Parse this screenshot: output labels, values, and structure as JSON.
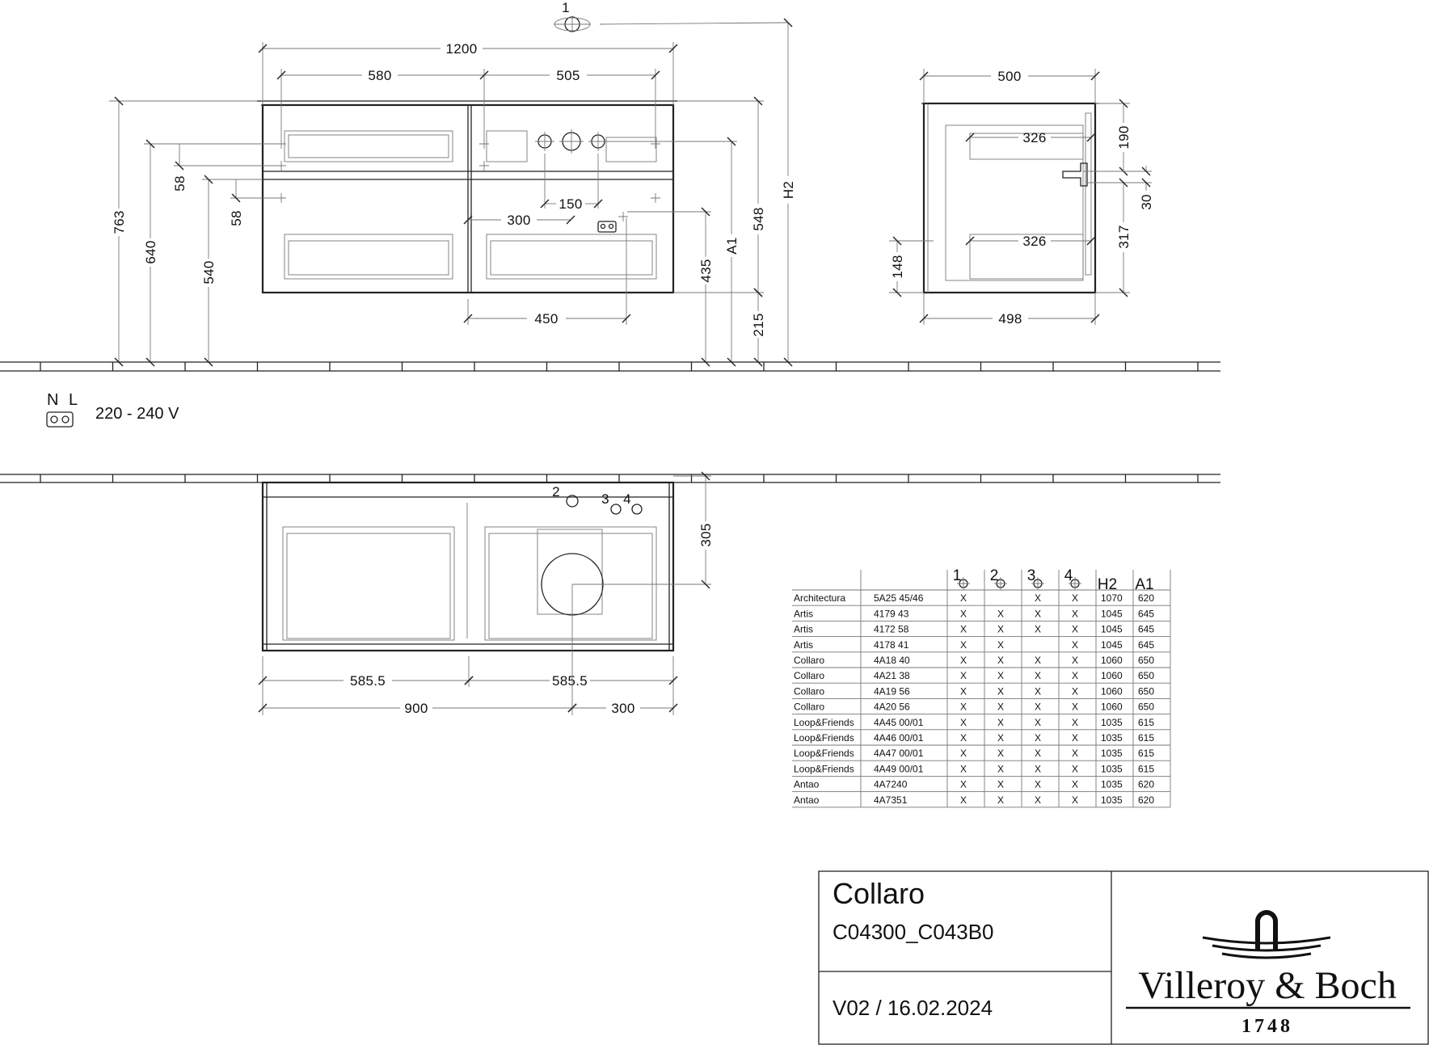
{
  "front_view": {
    "callout_1": "1",
    "dims": {
      "w_1200": "1200",
      "w_580": "580",
      "w_505": "505",
      "h_763": "763",
      "h_640": "640",
      "h_540": "540",
      "d_58a": "58",
      "d_58b": "58",
      "d_150": "150",
      "d_300": "300",
      "d_450": "450",
      "h_435": "435",
      "a1": "A1",
      "h_548": "548",
      "h2": "H2",
      "h_215": "215"
    }
  },
  "side_view": {
    "dims": {
      "w_500": "500",
      "w_498": "498",
      "d_326a": "326",
      "d_326b": "326",
      "h_190": "190",
      "h_30": "30",
      "h_317": "317",
      "h_148": "148"
    }
  },
  "power": {
    "n": "N",
    "l": "L",
    "voltage": "220 - 240 V"
  },
  "top_view": {
    "callouts": [
      "2",
      "3",
      "4"
    ],
    "dims": {
      "d_305": "305",
      "d_585a": "585.5",
      "d_585b": "585.5",
      "d_900": "900",
      "d_300": "300"
    }
  },
  "table": {
    "headers": [
      "1",
      "2",
      "3",
      "4",
      "H2",
      "A1"
    ],
    "rows": [
      [
        "Architectura",
        "5A25 45/46",
        "X",
        "",
        "X",
        "X",
        "1070",
        "620"
      ],
      [
        "Artis",
        "4179 43",
        "X",
        "X",
        "X",
        "X",
        "1045",
        "645"
      ],
      [
        "Artis",
        "4172 58",
        "X",
        "X",
        "X",
        "X",
        "1045",
        "645"
      ],
      [
        "Artis",
        "4178 41",
        "X",
        "X",
        "",
        "X",
        "1045",
        "645"
      ],
      [
        "Collaro",
        "4A18 40",
        "X",
        "X",
        "X",
        "X",
        "1060",
        "650"
      ],
      [
        "Collaro",
        "4A21 38",
        "X",
        "X",
        "X",
        "X",
        "1060",
        "650"
      ],
      [
        "Collaro",
        "4A19 56",
        "X",
        "X",
        "X",
        "X",
        "1060",
        "650"
      ],
      [
        "Collaro",
        "4A20 56",
        "X",
        "X",
        "X",
        "X",
        "1060",
        "650"
      ],
      [
        "Loop&Friends",
        "4A45 00/01",
        "X",
        "X",
        "X",
        "X",
        "1035",
        "615"
      ],
      [
        "Loop&Friends",
        "4A46 00/01",
        "X",
        "X",
        "X",
        "X",
        "1035",
        "615"
      ],
      [
        "Loop&Friends",
        "4A47 00/01",
        "X",
        "X",
        "X",
        "X",
        "1035",
        "615"
      ],
      [
        "Loop&Friends",
        "4A49 00/01",
        "X",
        "X",
        "X",
        "X",
        "1035",
        "615"
      ],
      [
        "Antao",
        "4A7240",
        "X",
        "X",
        "X",
        "X",
        "1035",
        "620"
      ],
      [
        "Antao",
        "4A7351",
        "X",
        "X",
        "X",
        "X",
        "1035",
        "620"
      ]
    ]
  },
  "title_block": {
    "title": "Collaro",
    "code": "C04300_C043B0",
    "version": "V02 / 16.02.2024",
    "brand": "Villeroy & Boch",
    "brand_year": "1748"
  }
}
